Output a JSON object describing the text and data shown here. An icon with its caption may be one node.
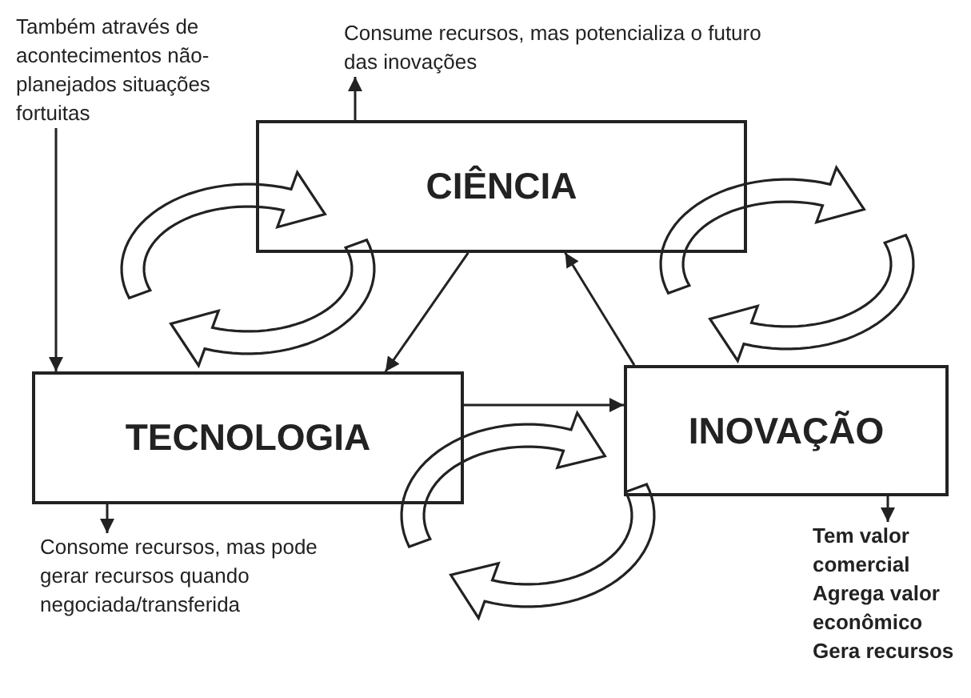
{
  "diagram": {
    "nodes": [
      {
        "text": [
          "CIÊNCIA"
        ]
      },
      {
        "text": [
          "TECNOLOGIA"
        ]
      },
      {
        "text": [
          "INOVAÇÃO"
        ]
      },
      {
        "text": [
          "Também através de acontecimentos não-planejados situações fortuitas"
        ]
      },
      {
        "text": [
          "Consume recursos, mas potencializa o futuro das inovações"
        ]
      },
      {
        "text": [
          "Consome recursos, mas pode gerar recursos quando negociada/transferida"
        ]
      },
      {
        "text": [
          "Tem valor comercial Agrega valor econômico Gera recursos"
        ]
      }
    ],
    "edges": [
      {
        "from": 0,
        "to": 4,
        "arrow": "to"
      },
      {
        "from": 3,
        "to": 1,
        "arrow": "to"
      },
      {
        "from": 1,
        "to": 5,
        "arrow": "to"
      },
      {
        "from": 2,
        "to": 6,
        "arrow": "to"
      },
      {
        "from": 0,
        "to": 1,
        "arrow": "to"
      },
      {
        "from": 2,
        "to": 0,
        "arrow": "to"
      },
      {
        "from": 1,
        "to": 2,
        "arrow": "to"
      }
    ]
  }
}
